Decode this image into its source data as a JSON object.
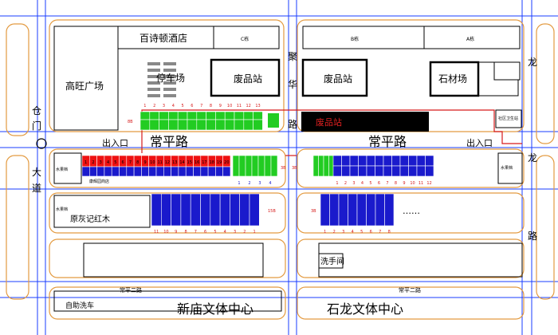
{
  "labels": {
    "plaza": "高旺广场",
    "hotel": "百诗顿酒店",
    "c_building": "C栋",
    "b_building": "B栋",
    "a_building": "A栋",
    "parking": "停车场",
    "recycle_left": "废品站",
    "recycle_right": "废品站",
    "recycle_red": "废品站",
    "stone_yard": "石材场",
    "clinic": "社区卫生站",
    "road_main_left": "常平路",
    "road_main_right": "常平路",
    "exit_left": "出入口",
    "exit_right": "出入口",
    "road_mid_v": [
      "聚",
      "华",
      "路"
    ],
    "road_left_v": [
      "仓",
      "门",
      "大",
      "道"
    ],
    "road_right_v": [
      "龙",
      "龙",
      "路"
    ],
    "fruit_shop_1": "水果档",
    "fruit_shop_2": "水果档",
    "fruit_shop_3": "水果档",
    "kangjian": "康辉园商店",
    "redwood": "原灰记红木",
    "washroom": "洗手间",
    "road_bottom_left": "常平二路",
    "road_bottom_right": "常平二路",
    "car_wash": "自助洗车",
    "center_left": "新庙文体中心",
    "center_right": "石龙文体中心",
    "ellipsis": "……",
    "green_tag": "3B"
  },
  "parking_rows": {
    "top_green_numbers": [
      "1",
      "2",
      "3",
      "4",
      "5",
      "6",
      "7",
      "8",
      "9",
      "10",
      "11",
      "12",
      "13"
    ],
    "red_numbers": [
      "1",
      "2",
      "3",
      "4",
      "5",
      "6",
      "7",
      "8",
      "9",
      "10",
      "11",
      "12",
      "13",
      "14",
      "15",
      "16",
      "17",
      "18",
      "19",
      "20"
    ],
    "right_blue_numbers": [
      "1",
      "2",
      "3",
      "4",
      "5",
      "6",
      "7",
      "8",
      "9",
      "10",
      "11",
      "12"
    ],
    "green_small_numbers": [
      "1",
      "2",
      "3",
      "4"
    ],
    "lower_left_numbers": [
      "11",
      "10",
      "9",
      "8",
      "7",
      "6",
      "5",
      "4",
      "3",
      "2",
      "1"
    ],
    "lower_right_numbers": [
      "1",
      "2",
      "3",
      "4",
      "5",
      "6",
      "7",
      "8"
    ],
    "row_tags": [
      "8B",
      "3B",
      "3B",
      "15B",
      "3B"
    ]
  },
  "colors": {
    "green": "#22cc22",
    "red": "#ee1111",
    "blue": "#1a1acc",
    "black": "#000000",
    "road_line": "#1a3cff",
    "outline_orange": "#e39a40",
    "route_red": "#d61a1a"
  }
}
